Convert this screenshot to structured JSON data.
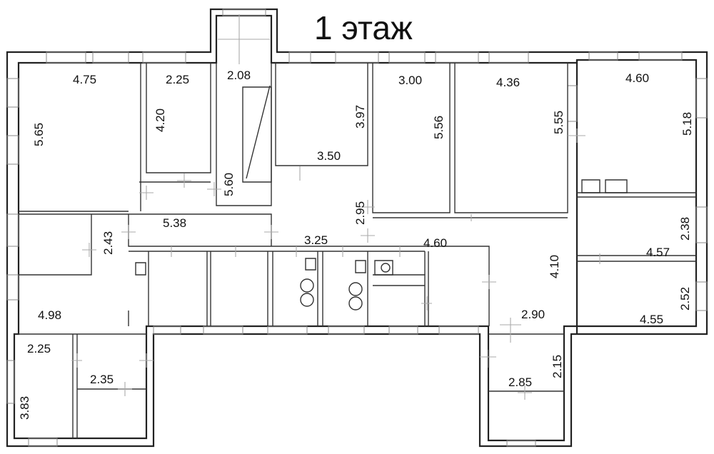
{
  "plan": {
    "title": "1 этаж",
    "dimensions": {
      "r1_w": "4.75",
      "r1_h": "5.65",
      "r2_w": "2.25",
      "r2_h": "4.20",
      "stair_w": "2.08",
      "stair_h": "5.60",
      "r3_h": "3.97",
      "r3_w": "3.50",
      "r4_w": "3.00",
      "r4_h": "5.56",
      "r5_w": "4.36",
      "r5_h": "5.55",
      "r6_w": "4.60",
      "r6_h": "5.18",
      "corr_w": "5.38",
      "corr_h": "2.43",
      "hall_h": "2.95",
      "hall_w": "3.25",
      "wc_w": "4.60",
      "big_h": "4.10",
      "big_w": "2.90",
      "rb1_h": "2.38",
      "rb1_w": "4.57",
      "rb2_h": "2.52",
      "rb2_w": "4.55",
      "lower_w": "4.98",
      "annex_l_w": "2.25",
      "annex_l_h": "3.83",
      "annex_l2_w": "2.35",
      "annex_r_h": "2.15",
      "annex_r_w": "2.85"
    }
  }
}
